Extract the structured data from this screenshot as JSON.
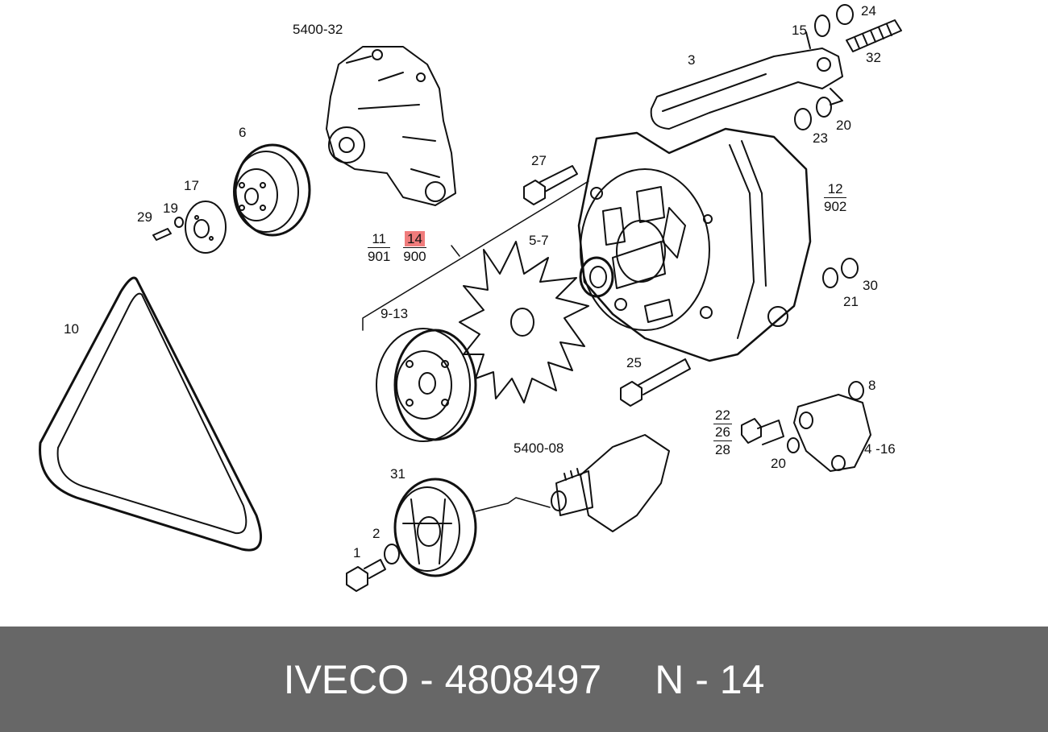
{
  "callouts": {
    "c5400_32": "5400-32",
    "c24": "24",
    "c15": "15",
    "c32": "32",
    "c3": "3",
    "c23": "23",
    "c20a": "20",
    "c6": "6",
    "c27": "27",
    "c17": "17",
    "c19": "19",
    "c29": "29",
    "c5_7": "5-7",
    "c9_13": "9-13",
    "c10": "10",
    "c30": "30",
    "c21": "21",
    "c25": "25",
    "c8": "8",
    "c5400_08": "5400-08",
    "c4_16": "4 -16",
    "c20b": "20",
    "c31": "31",
    "c2": "2",
    "c1": "1"
  },
  "fractions": {
    "f11_901": {
      "num": "11",
      "den": "901"
    },
    "f14_900": {
      "num": "14",
      "den": "900"
    },
    "f12_902": {
      "num": "12",
      "den": "902"
    },
    "stack_22_26_28": {
      "a": "22",
      "b": "26",
      "c": "28"
    }
  },
  "highlight_color": "#f07c7c",
  "footer": {
    "part": "IVECO - 4808497",
    "ref": "N - 14"
  },
  "colors": {
    "footer_bg": "#676767",
    "footer_text": "#ffffff"
  }
}
